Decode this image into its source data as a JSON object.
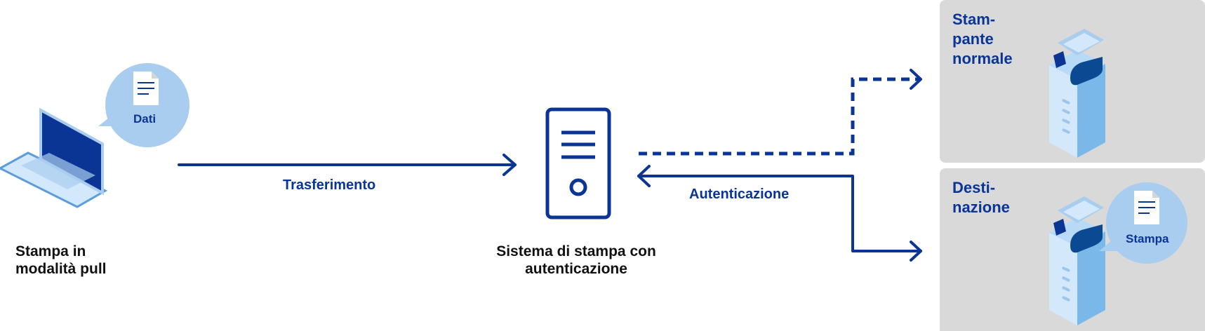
{
  "colors": {
    "primary": "#0a3595",
    "light_blue": "#a9cdee",
    "box_grey": "#d9d9d9"
  },
  "client": {
    "label_line1": "Stampa in",
    "label_line2": "modalità pull",
    "bubble_label": "Dati",
    "icon": "laptop-icon"
  },
  "transfer": {
    "label": "Trasferimento"
  },
  "server": {
    "label_line1": "Sistema di stampa con",
    "label_line2": "autenticazione",
    "icon": "server-icon"
  },
  "authentication": {
    "label": "Autenticazione"
  },
  "printers": [
    {
      "label_line1": "Stam-",
      "label_line2": "pante",
      "label_line3": "normale",
      "icon": "printer-icon"
    },
    {
      "label_line1": "Desti-",
      "label_line2": "nazione",
      "bubble_label": "Stampa",
      "icon": "printer-icon"
    }
  ]
}
